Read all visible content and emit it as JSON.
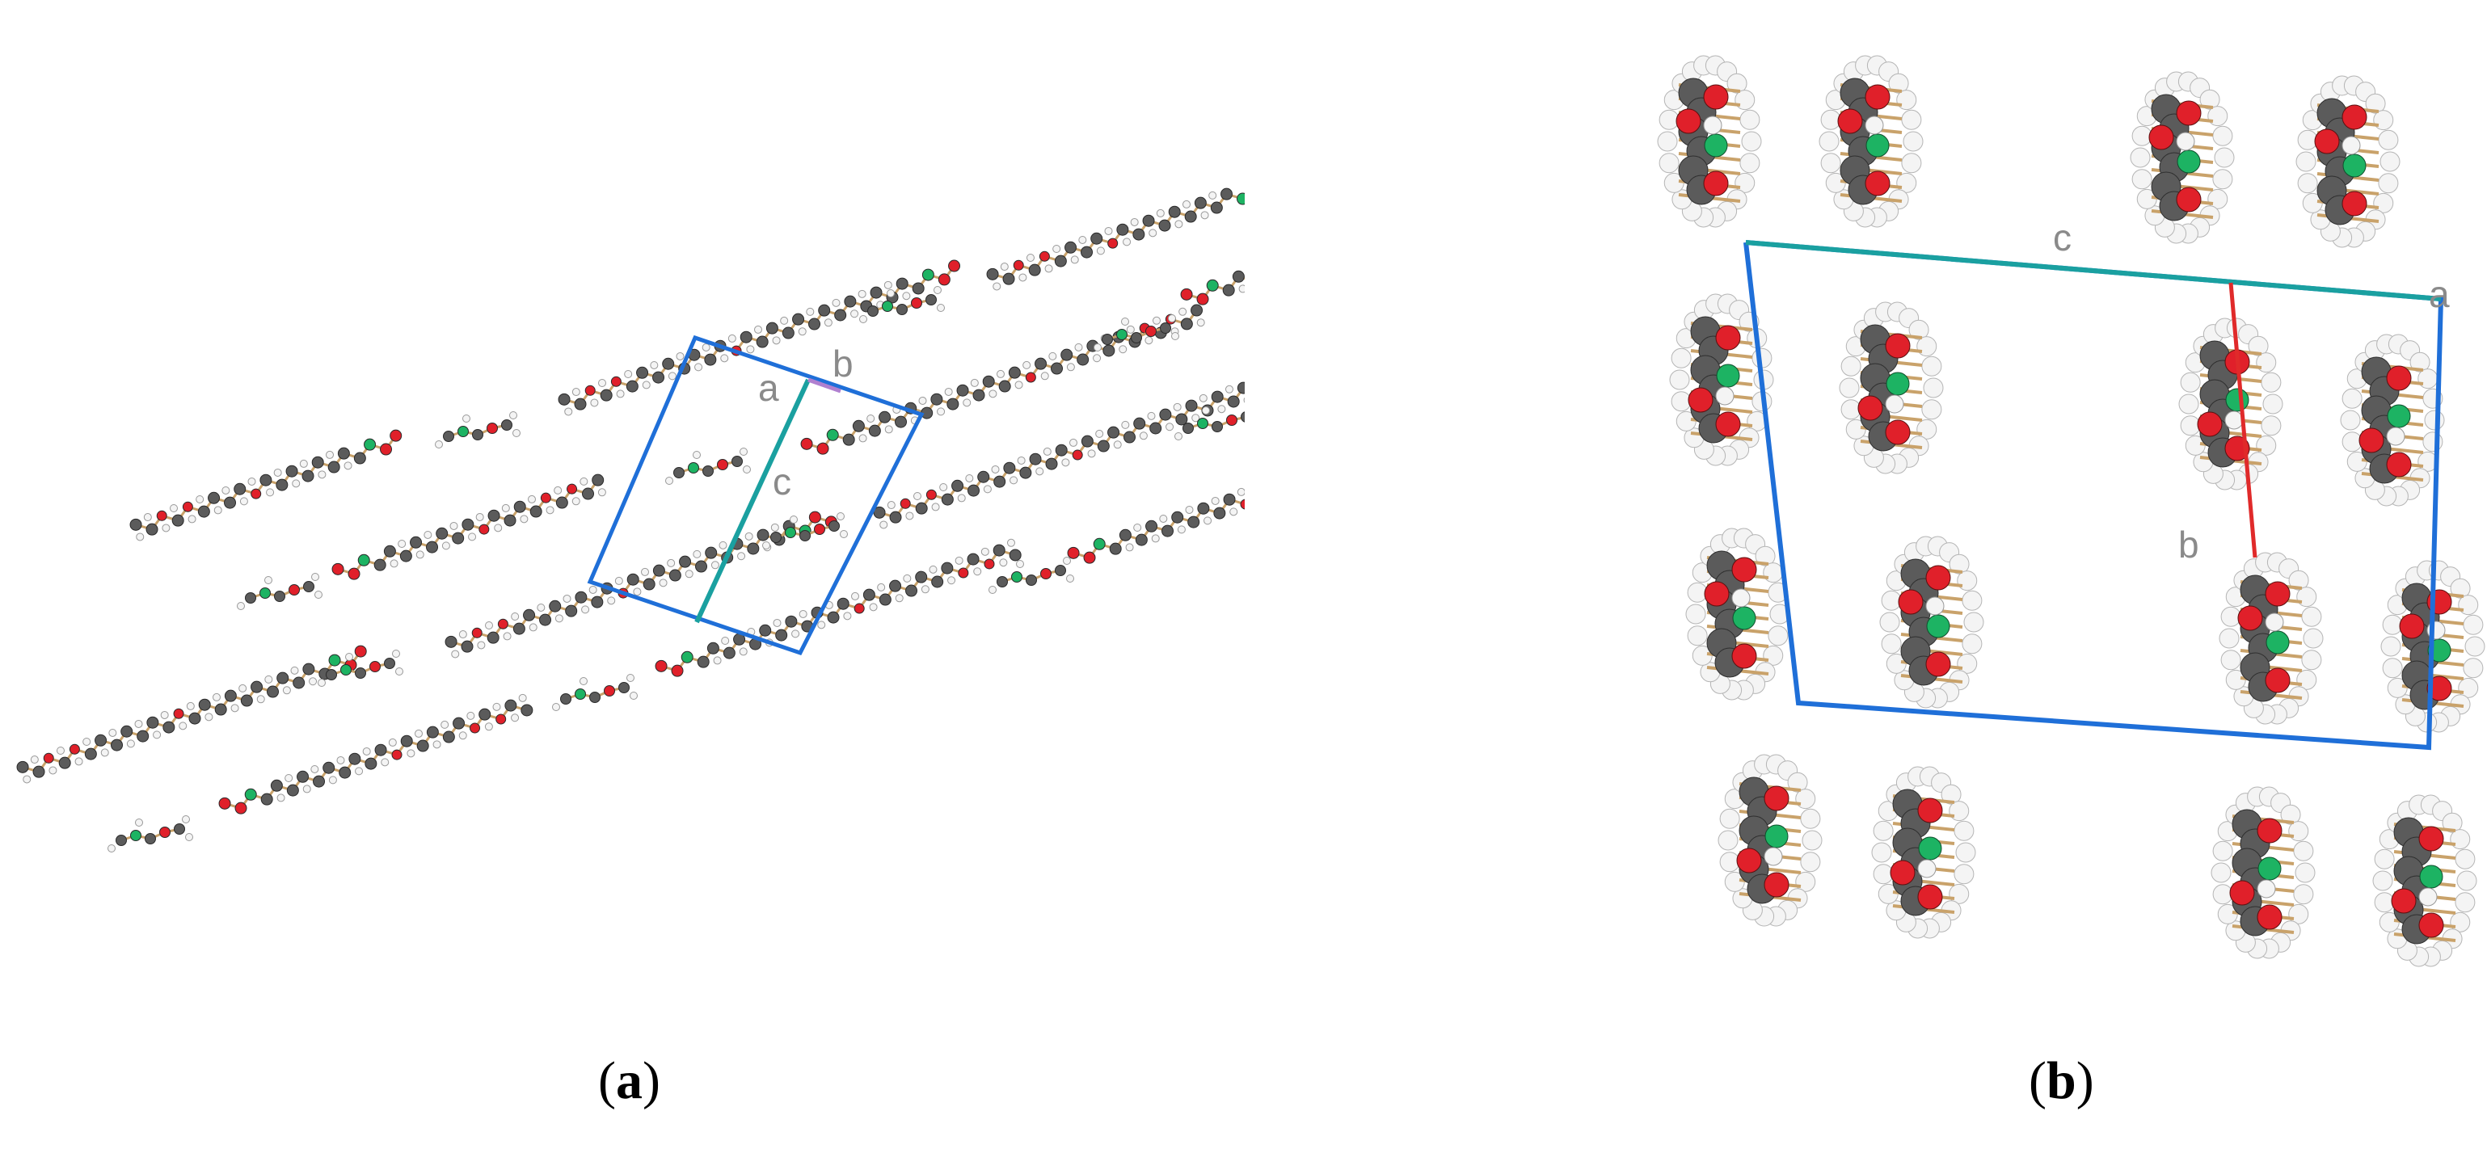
{
  "panels": [
    {
      "id": "a",
      "caption_open": "(",
      "caption_letter": "a",
      "caption_close": ")",
      "axis_labels": {
        "a": "a",
        "b": "b",
        "c": "c"
      },
      "view": "crystal packing showing 2D layers"
    },
    {
      "id": "b",
      "caption_open": "(",
      "caption_letter": "b",
      "caption_close": ")",
      "axis_labels": {
        "a": "a",
        "b": "b",
        "c": "c"
      }
    }
  ],
  "colors": {
    "cell_edge": "#1f6fd8",
    "cell_edge_c": "#1aa0a0",
    "axis_b_b": "#e02a2a",
    "atom_carbon": "#5b5b5b",
    "atom_oxygen": "#e0202a",
    "atom_nitrogen": "#1db363",
    "atom_hydrogen": "#f4f4f4",
    "bond": "#c9a26a"
  }
}
